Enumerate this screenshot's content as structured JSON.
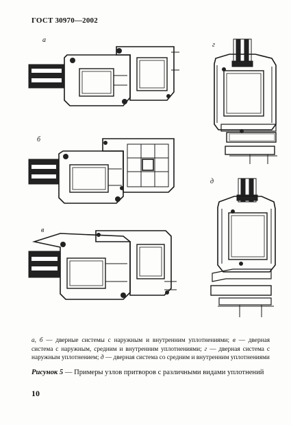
{
  "header": {
    "standard": "ГОСТ 30970—2002"
  },
  "figure_labels": {
    "a": "а",
    "b": "б",
    "v": "в",
    "g": "г",
    "d": "д"
  },
  "legend": {
    "ab": "а, б",
    "ab_text": " — дверные системы с наружным и внутренним уплотнениями; ",
    "v": "в",
    "v_text": " — дверная система с наружным, средним и внутренним уплотнениями; ",
    "g": "г",
    "g_text": " — дверная система с наружным уплотнением; ",
    "d": "д",
    "d_text": " — дверная система со средним и внутренним уплотнениями"
  },
  "caption": {
    "word": "Рисунок 5",
    "text": " — Примеры узлов притворов с различными видами уплотнений"
  },
  "page_number": "10"
}
